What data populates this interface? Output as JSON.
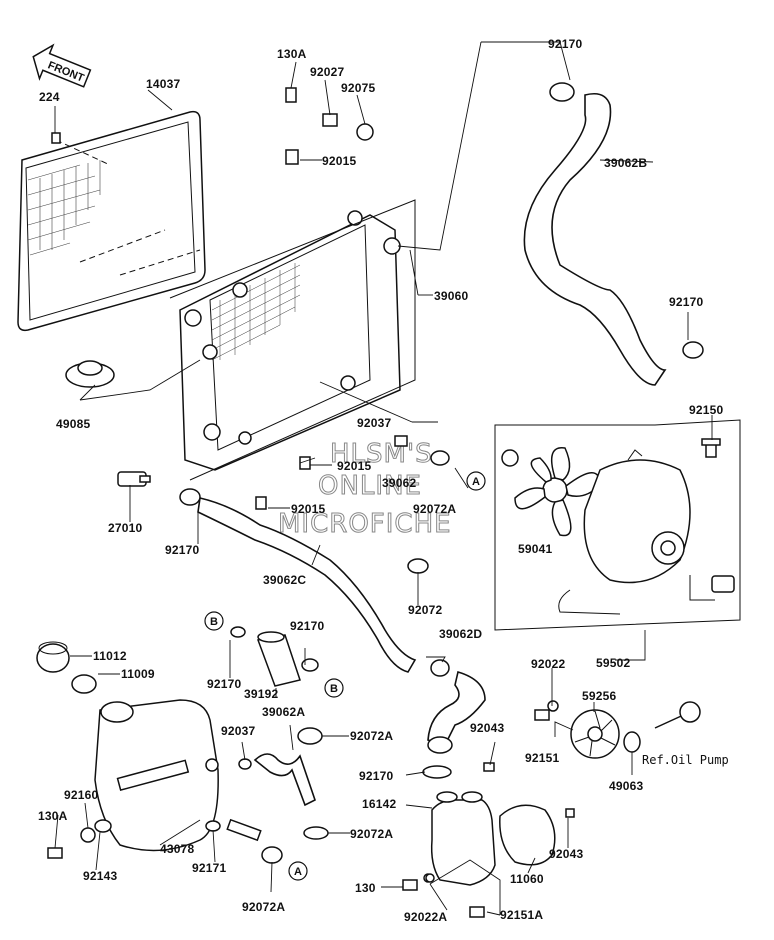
{
  "watermark": [
    "HLSM'S",
    "ONLINE",
    "MICROFICHE"
  ],
  "front_label": "FRONT",
  "ref_note": "Ref.Oil Pump",
  "parts": {
    "p224": "224",
    "p14037": "14037",
    "p130A_top": "130A",
    "p92027": "92027",
    "p92075": "92075",
    "p92015_a": "92015",
    "p92170_top": "92170",
    "p39062B": "39062B",
    "p39060": "39060",
    "p92170_mid": "92170",
    "p49085": "49085",
    "p92037_a": "92037",
    "p92150": "92150",
    "p92015_b": "92015",
    "p39062": "39062",
    "p27010": "27010",
    "p92015_c": "92015",
    "p92072A_a": "92072A",
    "p59041": "59041",
    "p92170_c": "92170",
    "p39062C": "39062C",
    "p92072": "92072",
    "p59502": "59502",
    "p11012": "11012",
    "p11009": "11009",
    "p92170_d": "92170",
    "p92170_e": "92170",
    "p39192": "39192",
    "p39062D": "39062D",
    "p92022": "92022",
    "p59256": "59256",
    "p92037_b": "92037",
    "p39062A": "39062A",
    "p92072A_b": "92072A",
    "p92043_a": "92043",
    "p92151": "92151",
    "p49063": "49063",
    "p92160": "92160",
    "p130A_bot": "130A",
    "p92170_f": "92170",
    "p16142": "16142",
    "p43078": "43078",
    "p92072A_c": "92072A",
    "p92043_b": "92043",
    "p92143": "92143",
    "p92171": "92171",
    "p11060": "11060",
    "p130": "130",
    "p92072A_d": "92072A",
    "p92022A": "92022A",
    "p92151A": "92151A"
  },
  "markers": {
    "A": "A",
    "B": "B"
  }
}
